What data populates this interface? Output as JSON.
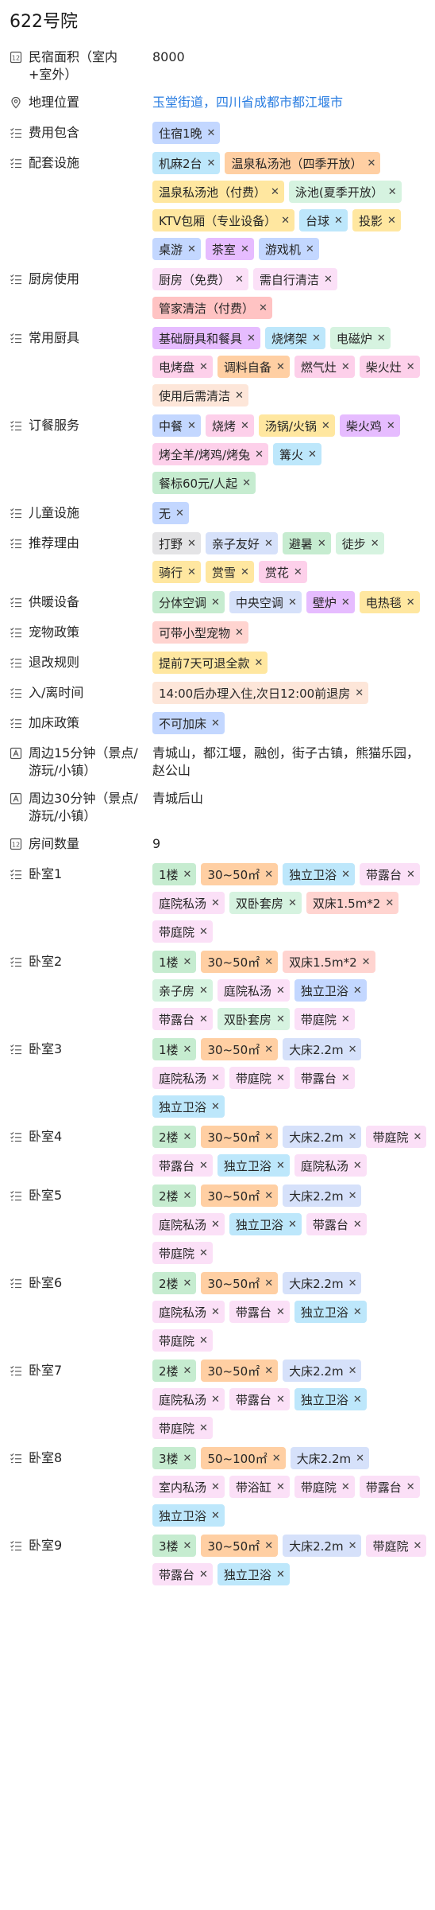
{
  "title": "622号院",
  "colors": {
    "link": "#2a7de1",
    "blue": "#c3d7ff",
    "orange": "#ffcfa3",
    "yellow": "#ffe7a0",
    "green": "#c6ecd0",
    "cyan": "#bde7fb",
    "purple": "#e6bcff",
    "pink": "#fdd0ea"
  },
  "fields": [
    {
      "icon": "number-icon",
      "label": "民宿面积（室内+室外）",
      "text": "8000"
    },
    {
      "icon": "location-icon",
      "label": "地理位置",
      "link": "玉堂街道，四川省成都市都江堰市"
    },
    {
      "icon": "list-icon",
      "label": "费用包含",
      "tags": [
        {
          "t": "住宿1晚",
          "c": "blue"
        }
      ]
    },
    {
      "icon": "list-icon",
      "label": "配套设施",
      "tags": [
        {
          "t": "机麻2台",
          "c": "cyan"
        },
        {
          "t": "温泉私汤池（四季开放）",
          "c": "orange"
        },
        {
          "t": "温泉私汤池（付费）",
          "c": "yellow"
        },
        {
          "t": "泳池(夏季开放）",
          "c": "mint"
        },
        {
          "t": "KTV包厢（专业设备）",
          "c": "yellow"
        },
        {
          "t": "台球",
          "c": "cyan"
        },
        {
          "t": "投影",
          "c": "yellow"
        },
        {
          "t": "桌游",
          "c": "blue"
        },
        {
          "t": "茶室",
          "c": "purple"
        },
        {
          "t": "游戏机",
          "c": "blue"
        }
      ]
    },
    {
      "icon": "list-icon",
      "label": "厨房使用",
      "tags": [
        {
          "t": "厨房（免费）",
          "c": "lightpink"
        },
        {
          "t": "需自行清洁",
          "c": "lightpink"
        },
        {
          "t": "管家清洁（付费）",
          "c": "red"
        }
      ]
    },
    {
      "icon": "list-icon",
      "label": "常用厨具",
      "tags": [
        {
          "t": "基础厨具和餐具",
          "c": "purple"
        },
        {
          "t": "烧烤架",
          "c": "cyan"
        },
        {
          "t": "电磁炉",
          "c": "mint"
        },
        {
          "t": "电烤盘",
          "c": "pink"
        },
        {
          "t": "调料自备",
          "c": "orange"
        },
        {
          "t": "燃气灶",
          "c": "pink"
        },
        {
          "t": "柴火灶",
          "c": "pink"
        },
        {
          "t": "使用后需清洁",
          "c": "peach"
        }
      ]
    },
    {
      "icon": "list-icon",
      "label": "订餐服务",
      "tags": [
        {
          "t": "中餐",
          "c": "blue"
        },
        {
          "t": "烧烤",
          "c": "pink"
        },
        {
          "t": "汤锅/火锅",
          "c": "yellow"
        },
        {
          "t": "柴火鸡",
          "c": "purple"
        },
        {
          "t": "烤全羊/烤鸡/烤兔",
          "c": "pink"
        },
        {
          "t": "篝火",
          "c": "cyan"
        },
        {
          "t": "餐标60元/人起",
          "c": "green"
        }
      ]
    },
    {
      "icon": "list-icon",
      "label": "儿童设施",
      "tags": [
        {
          "t": "无",
          "c": "blue"
        }
      ]
    },
    {
      "icon": "list-icon",
      "label": "推荐理由",
      "tags": [
        {
          "t": "打野",
          "c": "gray"
        },
        {
          "t": "亲子友好",
          "c": "lavender"
        },
        {
          "t": "避暑",
          "c": "green"
        },
        {
          "t": "徒步",
          "c": "mint"
        },
        {
          "t": "骑行",
          "c": "yellow"
        },
        {
          "t": "赏雪",
          "c": "yellow"
        },
        {
          "t": "赏花",
          "c": "pink"
        }
      ]
    },
    {
      "icon": "list-icon",
      "label": "供暖设备",
      "tags": [
        {
          "t": "分体空调",
          "c": "green"
        },
        {
          "t": "中央空调",
          "c": "lavender"
        },
        {
          "t": "壁炉",
          "c": "purple"
        },
        {
          "t": "电热毯",
          "c": "yellow"
        }
      ]
    },
    {
      "icon": "list-icon",
      "label": "宠物政策",
      "tags": [
        {
          "t": "可带小型宠物",
          "c": "salmon"
        }
      ]
    },
    {
      "icon": "list-icon",
      "label": "退改规则",
      "tags": [
        {
          "t": "提前7天可退全款",
          "c": "yellow"
        }
      ]
    },
    {
      "icon": "list-icon",
      "label": "入/离时间",
      "tags": [
        {
          "t": "14:00后办理入住,次日12:00前退房",
          "c": "peach"
        }
      ]
    },
    {
      "icon": "list-icon",
      "label": "加床政策",
      "tags": [
        {
          "t": "不可加床",
          "c": "blue"
        }
      ]
    },
    {
      "icon": "text-icon",
      "label": "周边15分钟（景点/游玩/小镇）",
      "text": "青城山，都江堰，融创，街子古镇，熊猫乐园，赵公山"
    },
    {
      "icon": "text-icon",
      "label": "周边30分钟（景点/游玩/小镇）",
      "text": "青城后山"
    },
    {
      "icon": "number-icon",
      "label": "房间数量",
      "text": "9"
    },
    {
      "icon": "list-icon",
      "label": "卧室1",
      "tags": [
        {
          "t": "1楼",
          "c": "green"
        },
        {
          "t": "30~50㎡",
          "c": "orange"
        },
        {
          "t": "独立卫浴",
          "c": "cyan"
        },
        {
          "t": "带露台",
          "c": "lightpink"
        },
        {
          "t": "庭院私汤",
          "c": "lightpink"
        },
        {
          "t": "双卧套房",
          "c": "mint"
        },
        {
          "t": "双床1.5m*2",
          "c": "salmon"
        },
        {
          "t": "带庭院",
          "c": "lightpink"
        }
      ]
    },
    {
      "icon": "list-icon",
      "label": "卧室2",
      "tags": [
        {
          "t": "1楼",
          "c": "green"
        },
        {
          "t": "30~50㎡",
          "c": "orange"
        },
        {
          "t": "双床1.5m*2",
          "c": "salmon"
        },
        {
          "t": "亲子房",
          "c": "mint"
        },
        {
          "t": "庭院私汤",
          "c": "lightpink"
        },
        {
          "t": "独立卫浴",
          "c": "blue"
        },
        {
          "t": "带露台",
          "c": "lightpink"
        },
        {
          "t": "双卧套房",
          "c": "mint"
        },
        {
          "t": "带庭院",
          "c": "lightpink"
        }
      ]
    },
    {
      "icon": "list-icon",
      "label": "卧室3",
      "tags": [
        {
          "t": "1楼",
          "c": "green"
        },
        {
          "t": "30~50㎡",
          "c": "orange"
        },
        {
          "t": "大床2.2m",
          "c": "lavender"
        },
        {
          "t": "庭院私汤",
          "c": "lightpink"
        },
        {
          "t": "带庭院",
          "c": "lightpink"
        },
        {
          "t": "带露台",
          "c": "lightpink"
        },
        {
          "t": "独立卫浴",
          "c": "cyan"
        }
      ]
    },
    {
      "icon": "list-icon",
      "label": "卧室4",
      "tags": [
        {
          "t": "2楼",
          "c": "green"
        },
        {
          "t": "30~50㎡",
          "c": "orange"
        },
        {
          "t": "大床2.2m",
          "c": "lavender"
        },
        {
          "t": "带庭院",
          "c": "lightpink"
        },
        {
          "t": "带露台",
          "c": "lightpink"
        },
        {
          "t": "独立卫浴",
          "c": "cyan"
        },
        {
          "t": "庭院私汤",
          "c": "lightpink"
        }
      ]
    },
    {
      "icon": "list-icon",
      "label": "卧室5",
      "tags": [
        {
          "t": "2楼",
          "c": "green"
        },
        {
          "t": "30~50㎡",
          "c": "orange"
        },
        {
          "t": "大床2.2m",
          "c": "lavender"
        },
        {
          "t": "庭院私汤",
          "c": "lightpink"
        },
        {
          "t": "独立卫浴",
          "c": "cyan"
        },
        {
          "t": "带露台",
          "c": "lightpink"
        },
        {
          "t": "带庭院",
          "c": "lightpink"
        }
      ]
    },
    {
      "icon": "list-icon",
      "label": "卧室6",
      "tags": [
        {
          "t": "2楼",
          "c": "green"
        },
        {
          "t": "30~50㎡",
          "c": "orange"
        },
        {
          "t": "大床2.2m",
          "c": "lavender"
        },
        {
          "t": "庭院私汤",
          "c": "lightpink"
        },
        {
          "t": "带露台",
          "c": "lightpink"
        },
        {
          "t": "独立卫浴",
          "c": "cyan"
        },
        {
          "t": "带庭院",
          "c": "lightpink"
        }
      ]
    },
    {
      "icon": "list-icon",
      "label": "卧室7",
      "tags": [
        {
          "t": "2楼",
          "c": "green"
        },
        {
          "t": "30~50㎡",
          "c": "orange"
        },
        {
          "t": "大床2.2m",
          "c": "lavender"
        },
        {
          "t": "庭院私汤",
          "c": "lightpink"
        },
        {
          "t": "带露台",
          "c": "lightpink"
        },
        {
          "t": "独立卫浴",
          "c": "cyan"
        },
        {
          "t": "带庭院",
          "c": "lightpink"
        }
      ]
    },
    {
      "icon": "list-icon",
      "label": "卧室8",
      "tags": [
        {
          "t": "3楼",
          "c": "green"
        },
        {
          "t": "50~100㎡",
          "c": "orange"
        },
        {
          "t": "大床2.2m",
          "c": "lavender"
        },
        {
          "t": "室内私汤",
          "c": "lightpink"
        },
        {
          "t": "带浴缸",
          "c": "lightpink"
        },
        {
          "t": "带庭院",
          "c": "lightpink"
        },
        {
          "t": "带露台",
          "c": "lightpink"
        },
        {
          "t": "独立卫浴",
          "c": "cyan"
        }
      ]
    },
    {
      "icon": "list-icon",
      "label": "卧室9",
      "tags": [
        {
          "t": "3楼",
          "c": "green"
        },
        {
          "t": "30~50㎡",
          "c": "orange"
        },
        {
          "t": "大床2.2m",
          "c": "lavender"
        },
        {
          "t": "带庭院",
          "c": "lightpink"
        },
        {
          "t": "带露台",
          "c": "lightpink"
        },
        {
          "t": "独立卫浴",
          "c": "cyan"
        }
      ]
    }
  ]
}
